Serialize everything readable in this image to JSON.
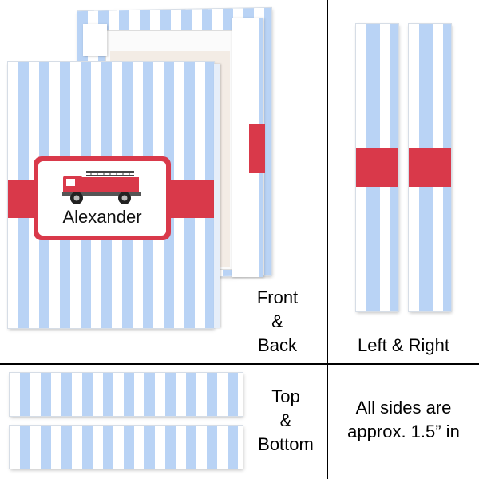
{
  "captions": {
    "front_back": [
      "Front",
      "&",
      "Back"
    ],
    "left_right": "Left & Right",
    "top_bottom": [
      "Top",
      "&",
      "Bottom"
    ],
    "note": [
      "All sides are",
      "approx. 1.5” in"
    ]
  },
  "design": {
    "name": "Alexander",
    "truck_icon": "fire-truck-icon",
    "colors": {
      "stripe_blue": "#b9d3f5",
      "stripe_white": "#ffffff",
      "ribbon_red": "#d9394a",
      "divider": "#000000"
    }
  }
}
